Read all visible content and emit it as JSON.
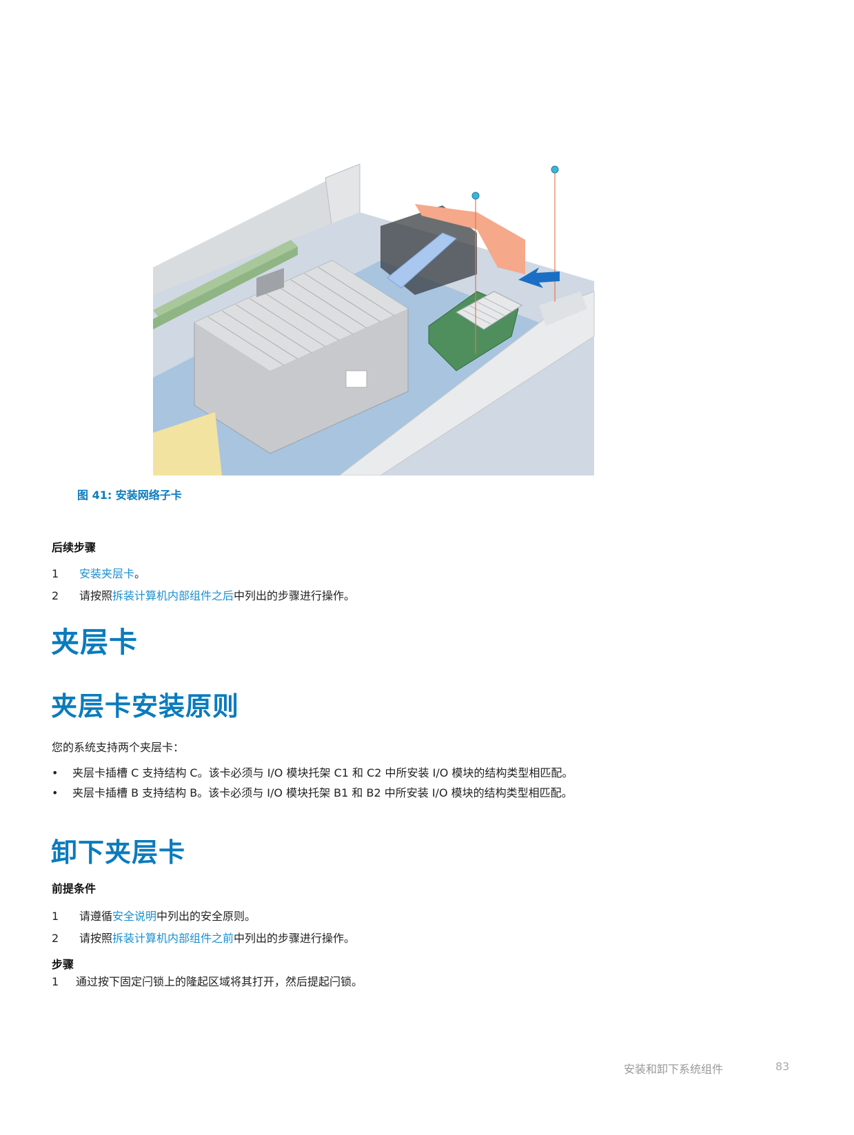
{
  "figure": {
    "caption": "图 41: 安装网络子卡",
    "accent_arrow_color": "#1a6fc4",
    "screw_color": "#3fb3d8",
    "guide_line_color": "#e07a4f",
    "latch_color": "#f4a07f",
    "handle_color": "#a8c6ee"
  },
  "next_steps": {
    "heading": "后续步骤",
    "items": [
      {
        "num": "1",
        "pre": "",
        "link": "安装夹层卡",
        "post": "。"
      },
      {
        "num": "2",
        "pre": "请按照",
        "link": "拆装计算机内部组件之后",
        "post": "中列出的步骤进行操作。"
      }
    ]
  },
  "section_title": "夹层卡",
  "guidelines": {
    "title": "夹层卡安装原则",
    "intro": "您的系统支持两个夹层卡：",
    "bullets": [
      "夹层卡插槽 C 支持结构 C。该卡必须与 I/O 模块托架 C1 和 C2 中所安装 I/O 模块的结构类型相匹配。",
      "夹层卡插槽 B 支持结构 B。该卡必须与 I/O 模块托架 B1 和 B2 中所安装 I/O 模块的结构类型相匹配。"
    ],
    "bullet_glyph": "•"
  },
  "removal": {
    "title": "卸下夹层卡",
    "prereq_heading": "前提条件",
    "prereqs": [
      {
        "num": "1",
        "pre": "请遵循",
        "link": "安全说明",
        "post": "中列出的安全原则。"
      },
      {
        "num": "2",
        "pre": "请按照",
        "link": "拆装计算机内部组件之前",
        "post": "中列出的步骤进行操作。"
      }
    ],
    "steps_heading": "步骤",
    "steps": [
      {
        "num": "1",
        "text": "通过按下固定闩锁上的隆起区域将其打开，然后提起闩锁。"
      }
    ]
  },
  "footer": {
    "section": "安装和卸下系统组件",
    "page": "83"
  },
  "colors": {
    "heading": "#0a7bbd",
    "link": "#1a8fd0",
    "body": "#222222",
    "footer": "#999999"
  }
}
